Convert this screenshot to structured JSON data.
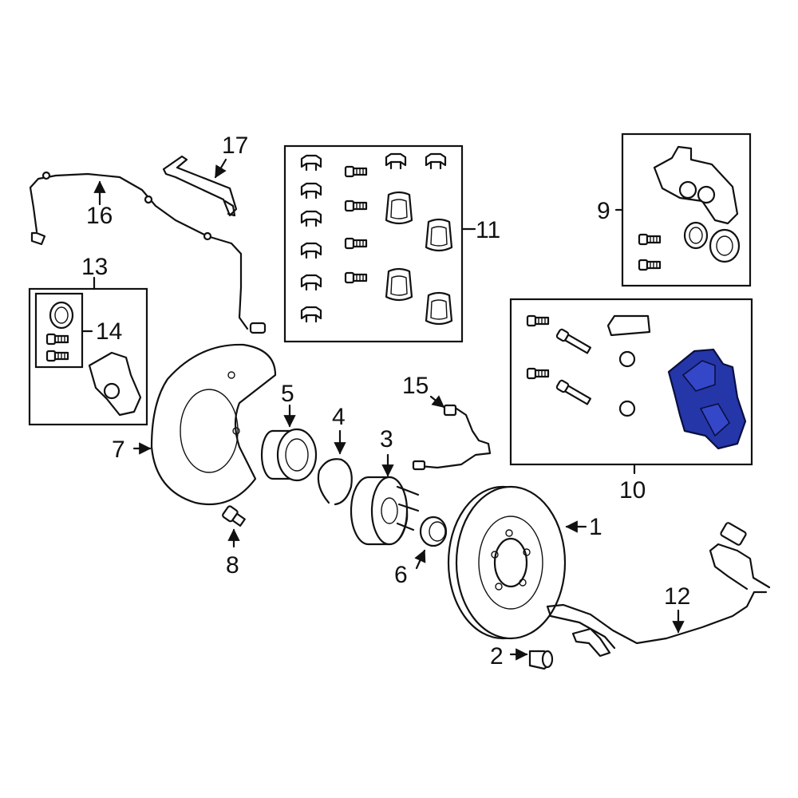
{
  "callouts": {
    "c1": "1",
    "c2": "2",
    "c3": "3",
    "c4": "4",
    "c5": "5",
    "c6": "6",
    "c7": "7",
    "c8": "8",
    "c9": "9",
    "c10": "10",
    "c11": "11",
    "c12": "12",
    "c13": "13",
    "c14": "14",
    "c15": "15",
    "c16": "16",
    "c17": "17"
  },
  "highlight_color": "#2536a8",
  "icons": [
    "bracket-icon",
    "wire-icon",
    "bolt-icon",
    "clip-icon",
    "pad-icon",
    "caliper-icon",
    "rotor-icon",
    "hub-icon",
    "bearing-icon",
    "snap-ring-icon",
    "shield-icon",
    "nut-icon",
    "sensor-icon",
    "seal-icon",
    "anchor-bracket-icon"
  ]
}
